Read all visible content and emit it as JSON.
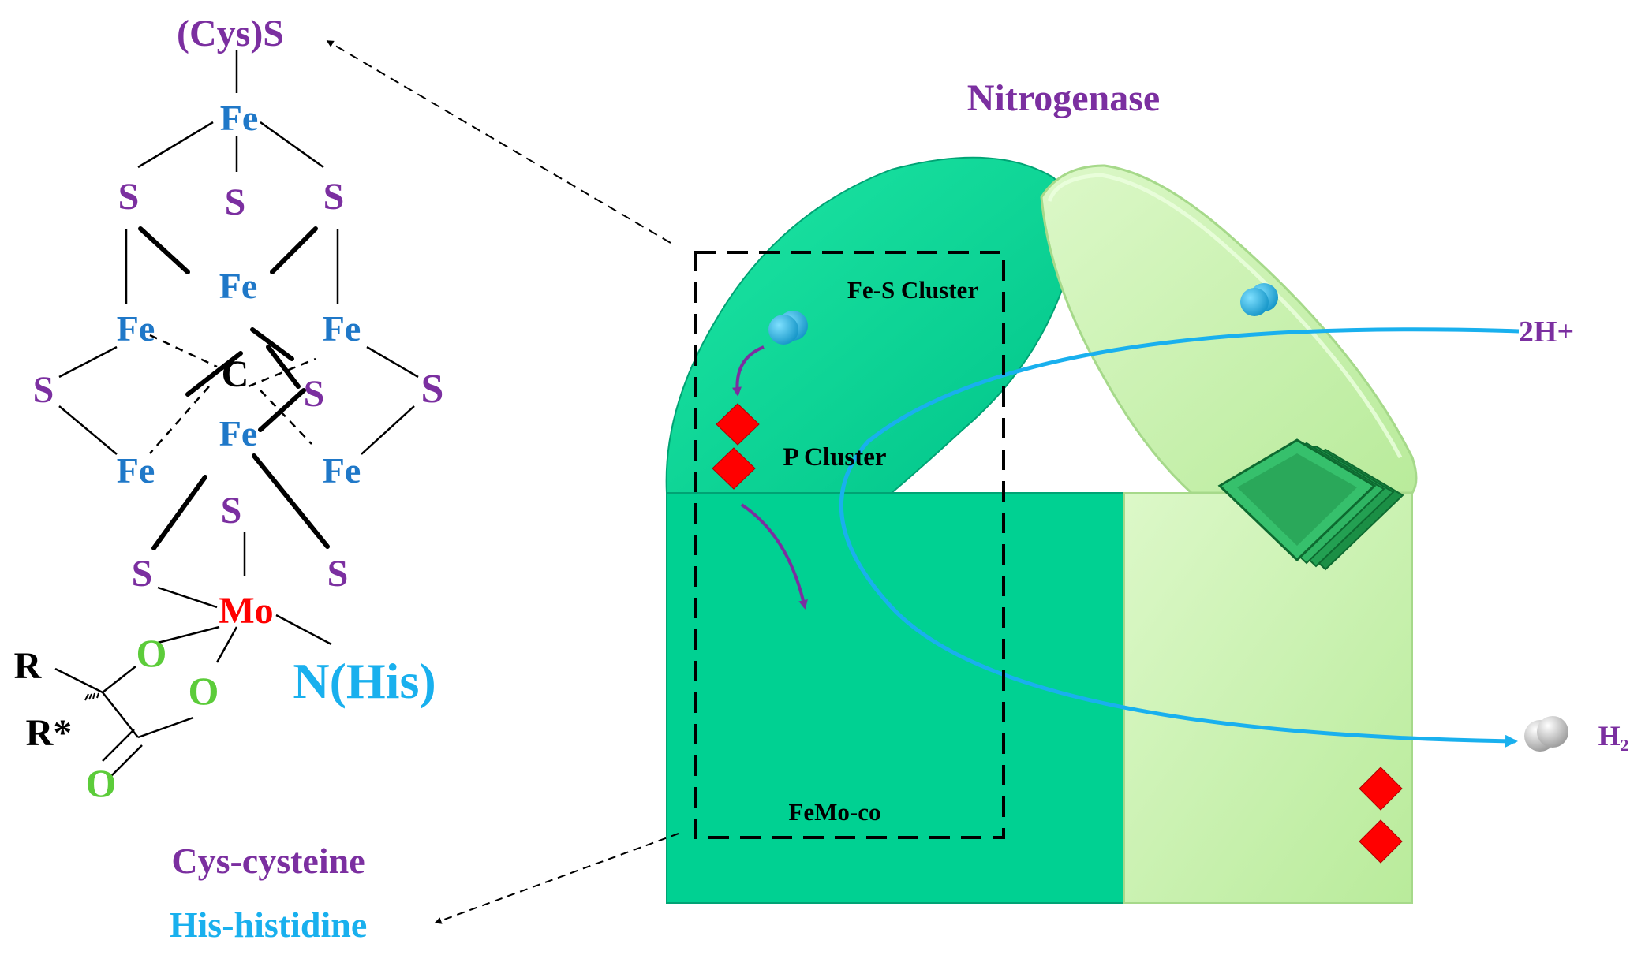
{
  "title": "Nitrogenase",
  "colors": {
    "purple": "#7b2fa0",
    "blue": "#1f78c8",
    "red": "#ff0000",
    "green": "#5ccc3a",
    "cyan": "#19b0ee",
    "black": "#000000",
    "dark_green_protein": "#00cf90",
    "light_green_protein": "#c4f0a8"
  },
  "molecule": {
    "cys_s": "(Cys)S",
    "atoms": {
      "fe_top": "Fe",
      "s_row1_left": "S",
      "s_row1_mid": "S",
      "s_row1_right": "S",
      "fe_mid_center": "Fe",
      "fe_left": "Fe",
      "fe_right": "Fe",
      "s_left": "S",
      "c_center": "C",
      "s_center_right": "S",
      "s_right": "S",
      "fe_center_low": "Fe",
      "fe_bottom_left": "Fe",
      "fe_bottom_right": "Fe",
      "s_lower_center": "S",
      "s_bottom_left": "S",
      "s_bottom_right": "S",
      "mo": "Mo",
      "o_upper": "O",
      "o_lower": "O",
      "o_carbonyl": "O",
      "r": "R",
      "r_star": "R*"
    },
    "n_his": "N(His)"
  },
  "legend": {
    "cys": "Cys-cysteine",
    "his": "His-histidine"
  },
  "labels": {
    "fe_s_cluster": "Fe-S Cluster",
    "p_cluster": "P Cluster",
    "femo_co": "FeMo-co",
    "two_h_plus": "2H+",
    "h2": "H₂"
  }
}
